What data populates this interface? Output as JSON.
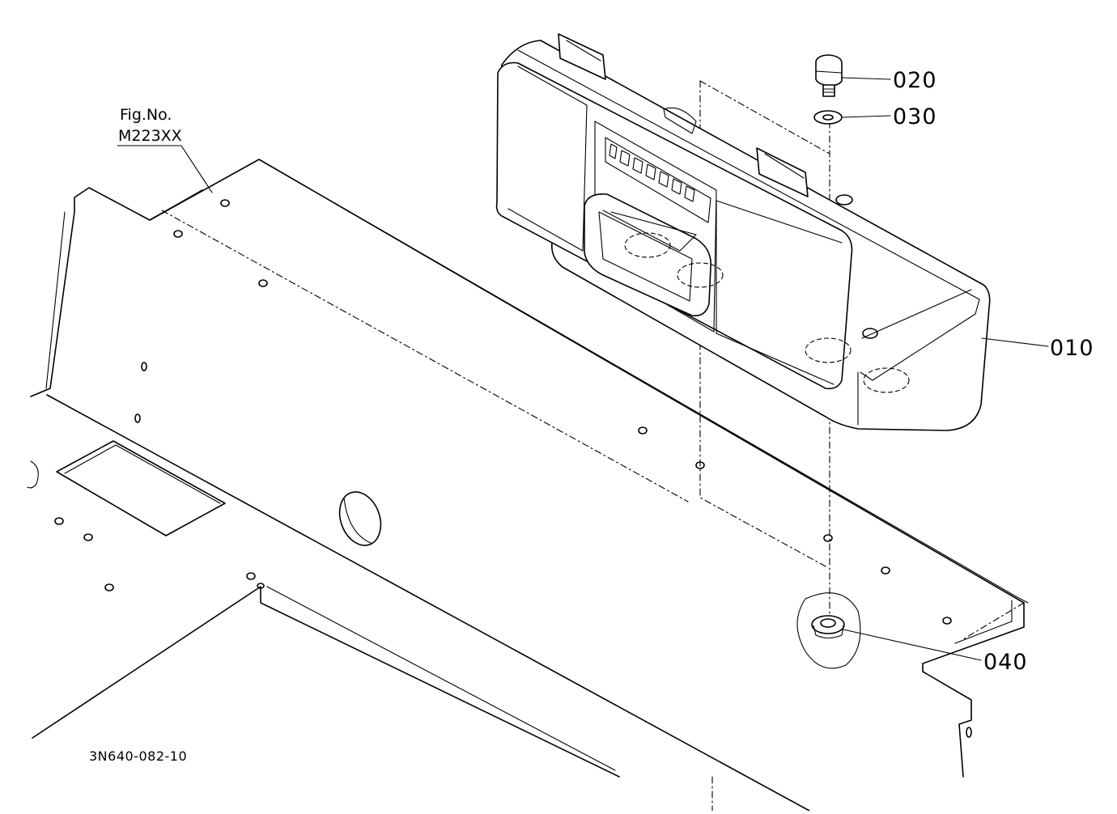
{
  "figure": {
    "fig_no_label": "Fig.No.",
    "fig_no_value": "M223XX",
    "drawing_code": "3N640-082-10"
  },
  "parts": [
    {
      "number": "010"
    },
    {
      "number": "020"
    },
    {
      "number": "030"
    },
    {
      "number": "040"
    }
  ],
  "colors": {
    "line": "#000000",
    "background": "#ffffff"
  }
}
